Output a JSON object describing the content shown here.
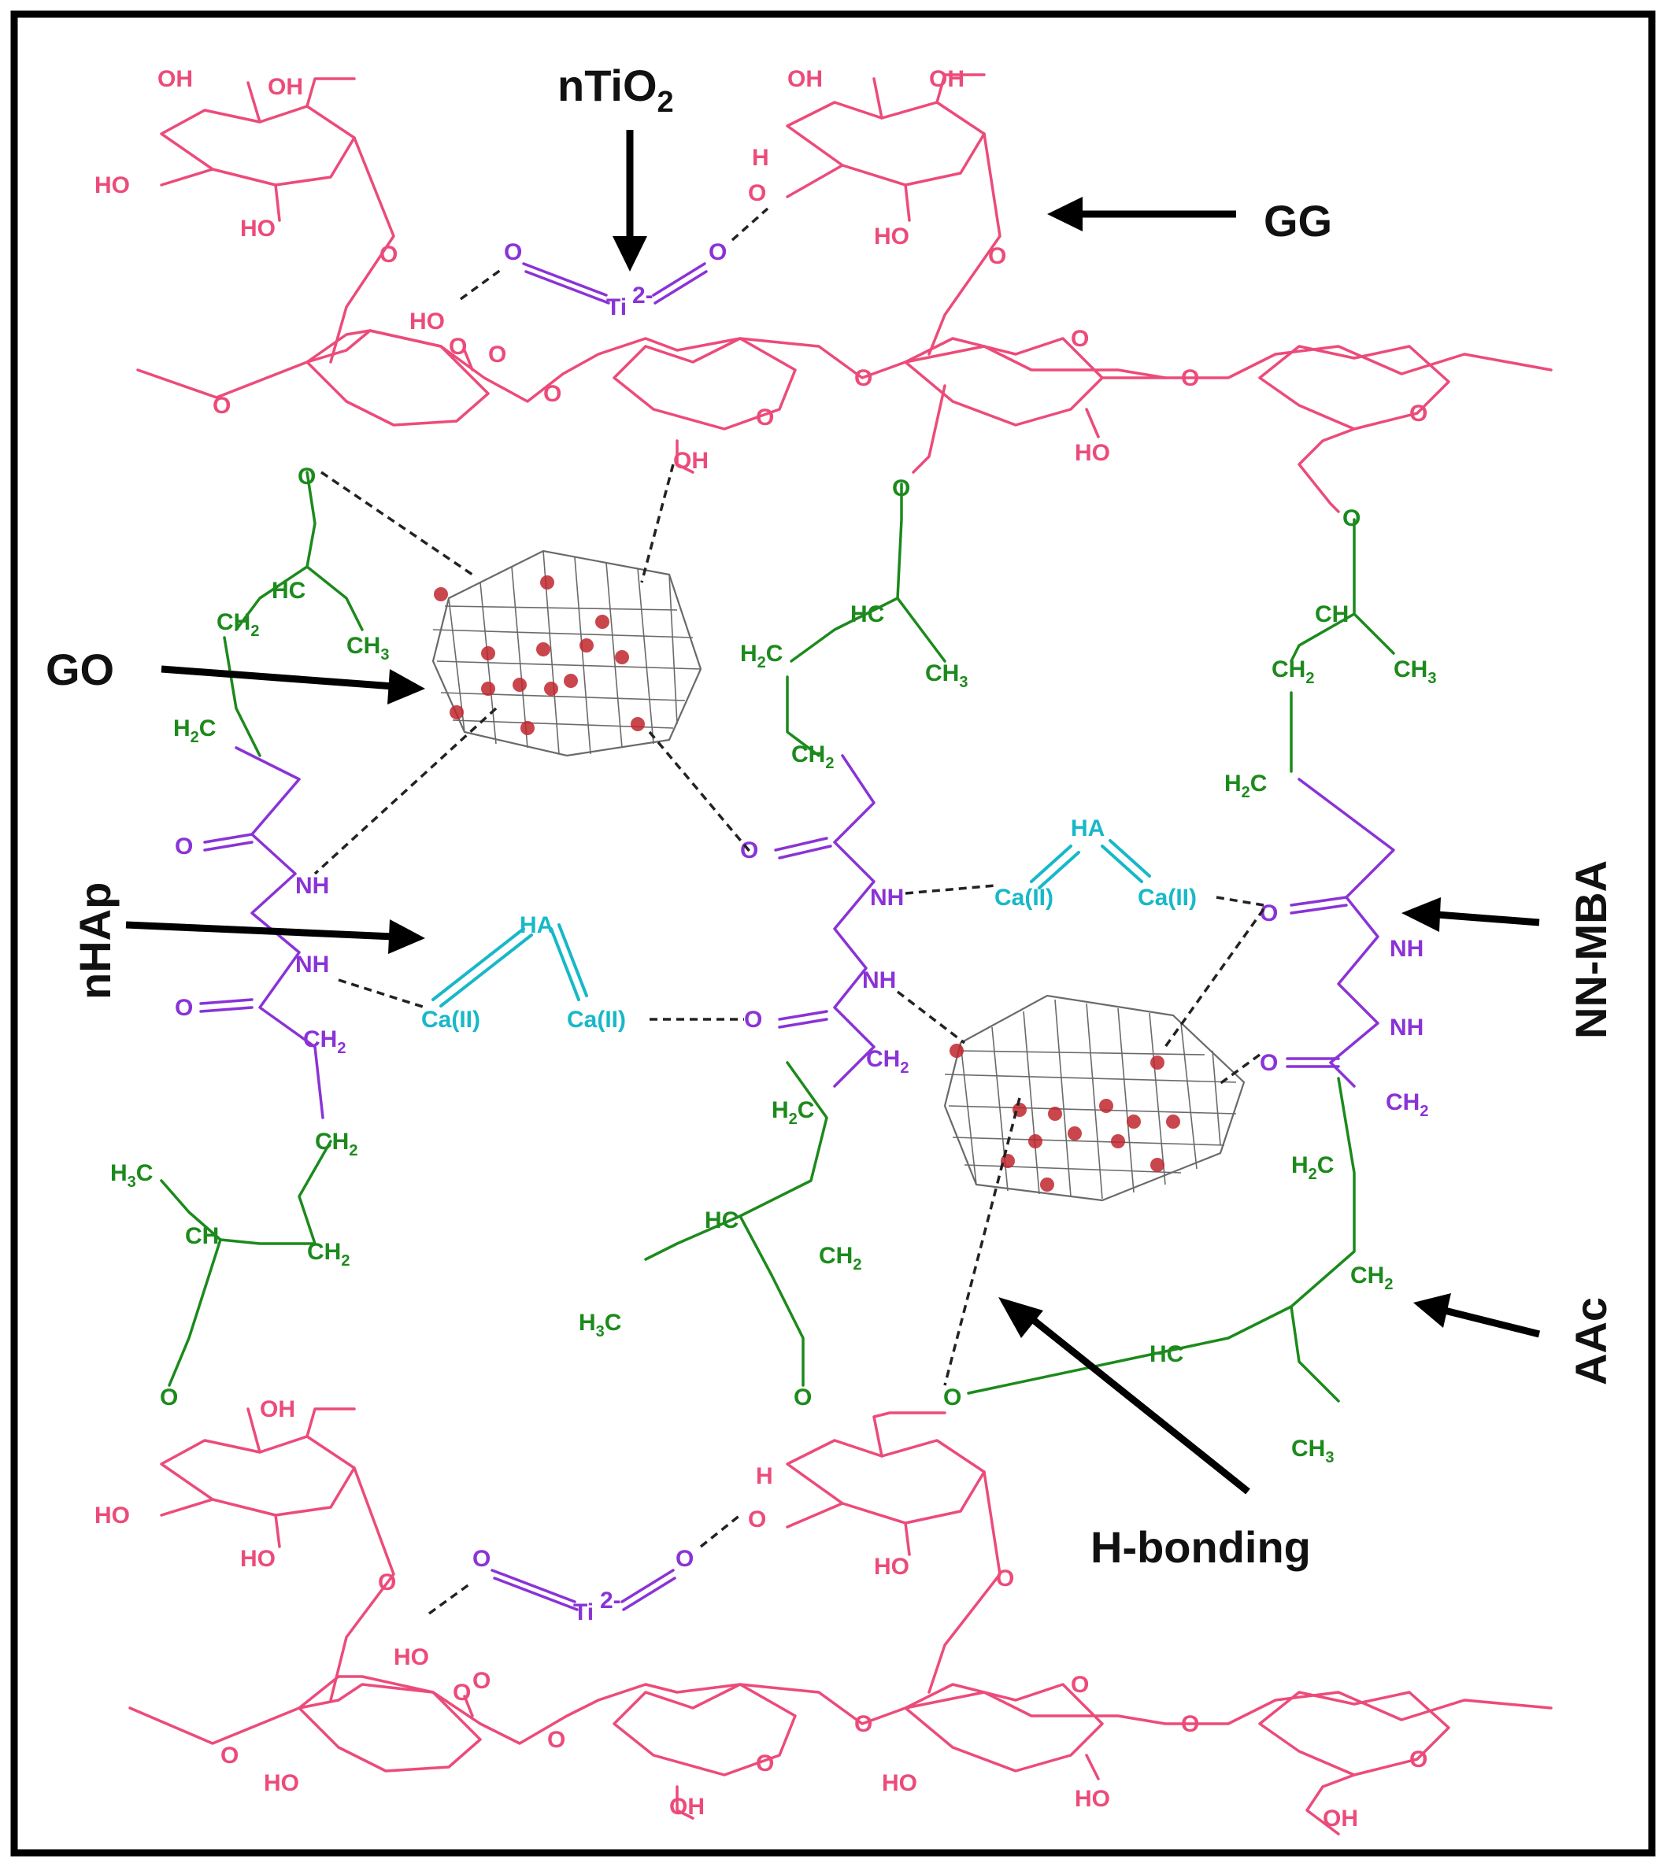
{
  "labels": {
    "ntio2": "nTiO",
    "ntio2_sub": "2",
    "gg": "GG",
    "go": "GO",
    "nhap": "nHAp",
    "nnmba": "NN-MBA",
    "aac": "AAc",
    "hbonding": "H-bonding"
  },
  "atoms": {
    "oh": "OH",
    "ho": "HO",
    "o": "O",
    "h": "H",
    "ti": "Ti",
    "ti_charge": "2-",
    "nh": "NH",
    "hc": "HC",
    "ch": "CH",
    "ch2": "CH",
    "ch3": "CH",
    "h2c": "H",
    "h3c": "H",
    "sub2": "2",
    "sub3": "3",
    "c": "C",
    "ca": "Ca(II)",
    "ha": "HA"
  },
  "colors": {
    "guar_gum": "#ec4b7a",
    "acrylic_acid": "#1c8a1c",
    "crosslinker": "#8a33d6",
    "hydroxyapatite": "#17b8c8",
    "graphene_oxide_dots": "#c0262e",
    "arrows": "#000000"
  }
}
